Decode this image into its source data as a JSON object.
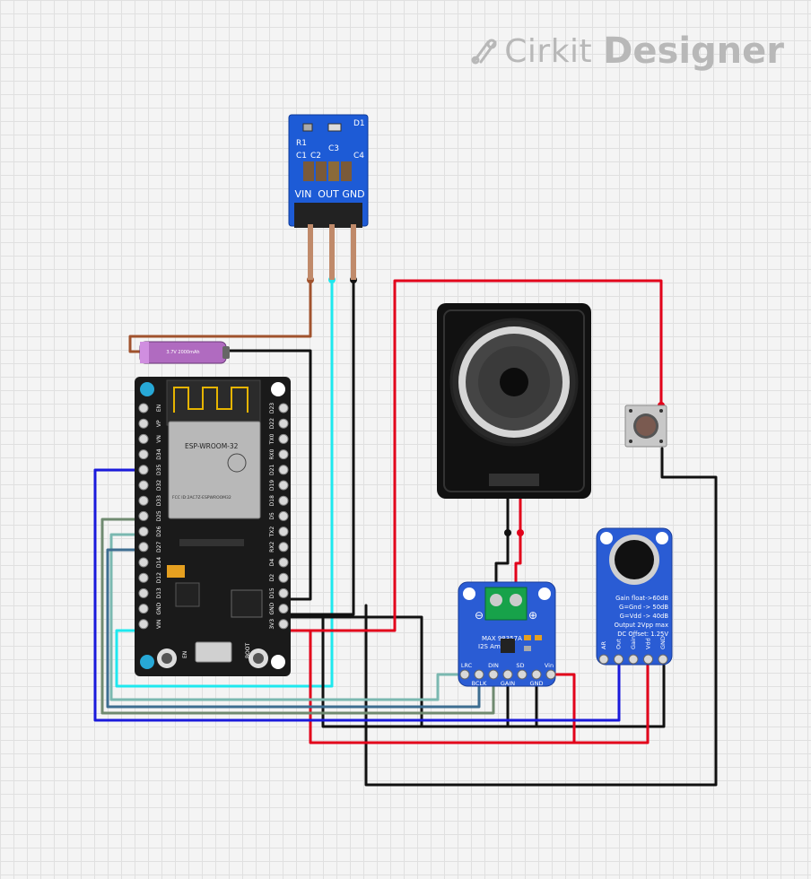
{
  "branding": {
    "name": "Cirkit",
    "product": "Designer"
  },
  "regulator": {
    "labels": [
      "VIN",
      "OUT",
      "GND"
    ],
    "marks": [
      "R1",
      "C1",
      "C2",
      "C3",
      "C4",
      "D1"
    ]
  },
  "battery": {
    "text": "3.7V 2000mAh"
  },
  "esp32": {
    "module_label": "ESP-WROOM-32",
    "cert_text": "FCC ID:2AC7Z-ESPWROOM32",
    "left_pins": [
      "EN",
      "VP",
      "VN",
      "D34",
      "D35",
      "D32",
      "D33",
      "D25",
      "D26",
      "D27",
      "D14",
      "D12",
      "D13",
      "GND",
      "VIN"
    ],
    "right_pins": [
      "D23",
      "D22",
      "TX0",
      "RX0",
      "D21",
      "D19",
      "D18",
      "D5",
      "TX2",
      "RX2",
      "D4",
      "D2",
      "D15",
      "GND",
      "3V3"
    ],
    "buttons": [
      "EN",
      "BOOT"
    ]
  },
  "amp": {
    "title": "MAX 98357A I2S Amp",
    "top_pins": [
      "LRC",
      "DIN",
      "SD",
      "Vin"
    ],
    "bottom_pins": [
      "BCLK",
      "GAIN",
      "GND"
    ]
  },
  "mic": {
    "notes": [
      "Gain float->60dB",
      "G=Gnd -> 50dB",
      "G=Vdd -> 40dB",
      "Output 2Vpp max",
      "DC Offset: 1.25V"
    ],
    "pins": [
      "AR",
      "Out",
      "Gain",
      "Vdd",
      "GND"
    ]
  },
  "colors": {
    "wire_red": "#e2001a",
    "wire_black": "#111111",
    "wire_cyan": "#1ee8ee",
    "wire_blue": "#1a1adb",
    "wire_brown": "#a0522d",
    "wire_slate": "#5a7a8a",
    "wire_grey_green": "#6f8a70",
    "wire_teal": "#7ab8b0",
    "board_blue": "#2a5cd4"
  }
}
